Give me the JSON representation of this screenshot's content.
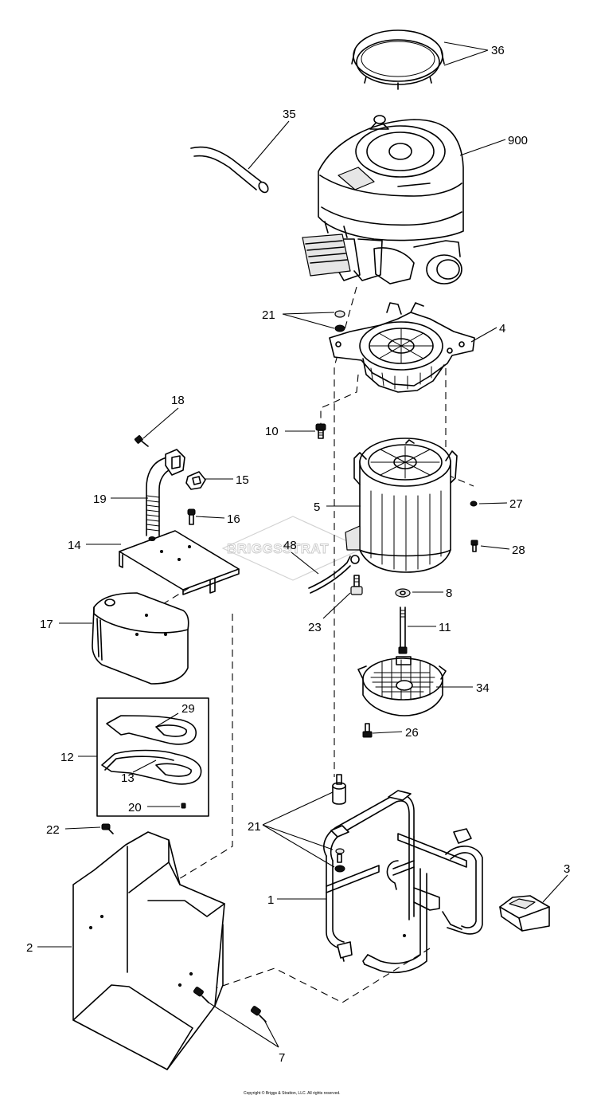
{
  "callouts": {
    "c36": "36",
    "c35": "35",
    "c900": "900",
    "c21a": "21",
    "c4": "4",
    "c18": "18",
    "c10": "10",
    "c15": "15",
    "c19": "19",
    "c5": "5",
    "c27": "27",
    "c16": "16",
    "c14": "14",
    "c48": "48",
    "c28": "28",
    "c8": "8",
    "c17": "17",
    "c23": "23",
    "c11": "11",
    "c34": "34",
    "c29": "29",
    "c26": "26",
    "c12": "12",
    "c13": "13",
    "c20": "20",
    "c22": "22",
    "c21b": "21",
    "c3": "3",
    "c1": "1",
    "c2": "2",
    "c7": "7"
  },
  "watermark": "BRIGGSSTRAT",
  "copyright": "Copyright © Briggs & Stratton, LLC. All rights reserved."
}
